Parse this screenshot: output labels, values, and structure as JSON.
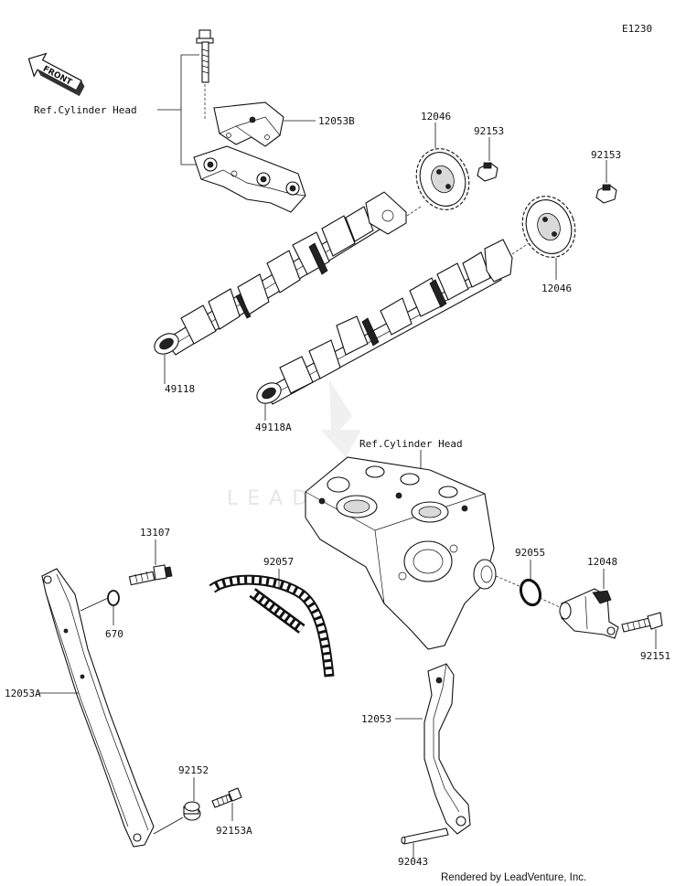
{
  "diagram_code": "E1230",
  "front_label": "FRONT",
  "ref_labels": {
    "cylinder_head_top": "Ref.Cylinder Head",
    "cylinder_head_mid": "Ref.Cylinder Head"
  },
  "watermark": "LEADVENTURE",
  "footer": "Rendered by LeadVenture, Inc.",
  "parts": {
    "p12053B": "12053B",
    "p12046_a": "12046",
    "p92153_a": "92153",
    "p92153_b": "92153",
    "p12046_b": "12046",
    "p49118": "49118",
    "p49118A": "49118A",
    "p13107": "13107",
    "p670": "670",
    "p92057": "92057",
    "p92055": "92055",
    "p12048": "12048",
    "p92151": "92151",
    "p12053A": "12053A",
    "p12053": "12053",
    "p92152": "92152",
    "p92153A": "92153A",
    "p92043": "92043"
  }
}
